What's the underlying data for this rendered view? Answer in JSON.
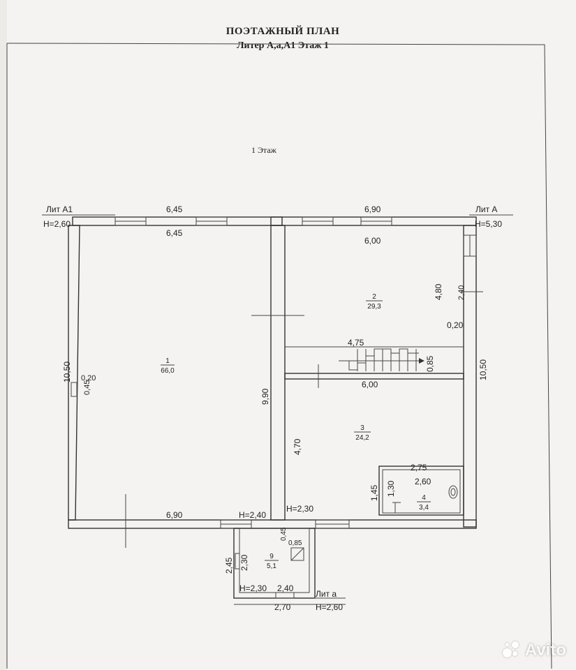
{
  "header": {
    "title": "ПОЭТАЖНЫЙ ПЛАН",
    "subtitle": "Литер А,а,А1 Этаж 1"
  },
  "floor_label": "1 Этаж",
  "sections": {
    "lit_a1": {
      "name": "Лит А1",
      "height": "Н=2,60"
    },
    "lit_a": {
      "name": "Лит А",
      "height": "Н=5,30"
    },
    "lit_a_small": {
      "name": "Лит а",
      "height": "Н=2,60"
    }
  },
  "rooms": [
    {
      "number": "1",
      "area": "66,0"
    },
    {
      "number": "2",
      "area": "29,3"
    },
    {
      "number": "3",
      "area": "24,2"
    },
    {
      "number": "4",
      "area": "3,4"
    },
    {
      "number": "9",
      "area": "5,1"
    }
  ],
  "dimensions": {
    "top_left_outer": "6,45",
    "top_left_inner": "6,45",
    "top_right_outer": "6,90",
    "room2_width": "6,00",
    "room2_height": "4,80",
    "right_small": "2,40",
    "right_wall": "0,20",
    "stair_length": "4,75",
    "stair_depth": "0,85",
    "room3_width": "6,00",
    "left_height": "10,50",
    "left_wall": "0,20",
    "left_wall2": "0,45",
    "mid_height": "9,90",
    "right_height": "10,50",
    "room3_height": "4,70",
    "room4_width": "2,75",
    "room4_inner": "2,60",
    "room4_h1": "1,45",
    "room4_h2": "1,30",
    "bottom_left": "6,90",
    "height_room1": "Н=2,40",
    "height_room3": "Н=2,30",
    "porch_wall": "0,45",
    "porch_item": "0,85",
    "porch_h_outer": "2,45",
    "porch_h_inner": "2,30",
    "porch_height": "Н=2,30",
    "porch_width_inner": "2,40",
    "porch_width_outer": "2,70"
  },
  "watermark": "Avito"
}
